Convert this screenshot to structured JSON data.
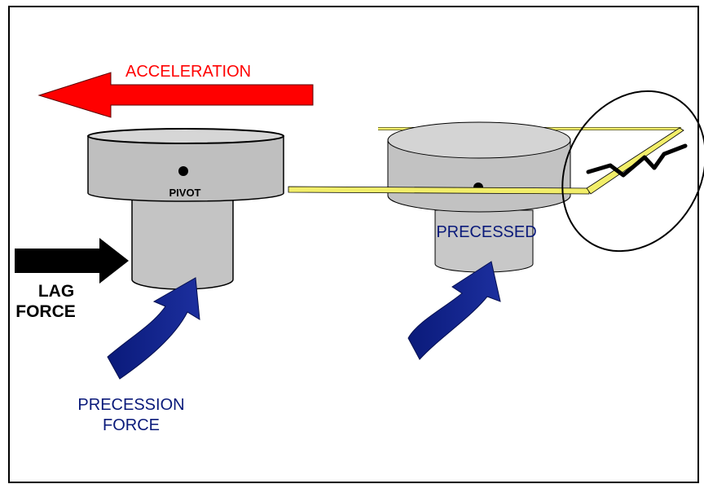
{
  "labels": {
    "acceleration": "ACCELERATION",
    "pivot": "PIVOT",
    "lag_force_line1": "LAG",
    "lag_force_line2": "FORCE",
    "precession_force_line1": "PRECESSION",
    "precession_force_line2": "FORCE",
    "precessed": "PRECESSED"
  },
  "colors": {
    "acceleration_arrow": "#ff0000",
    "lag_arrow": "#000000",
    "precession_arrow": "#0a1a7a",
    "precession_text": "#0a1a7a",
    "cylinder_gray": "#bebebe",
    "cylinder_top": "#d4d4d4",
    "reference_plane": "#f2ee6a",
    "acceleration_text": "#ff0000"
  }
}
